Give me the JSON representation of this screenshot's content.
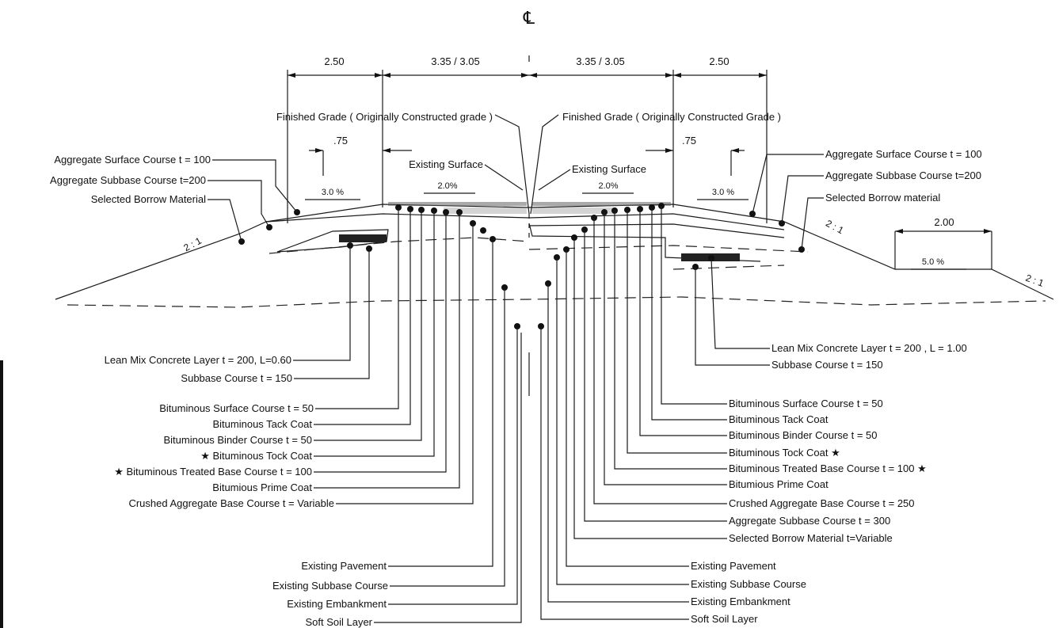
{
  "centerline_symbol": "℄",
  "dimensions": {
    "left_shoulder": "2.50",
    "left_lane": "3.35 / 3.05",
    "right_lane": "3.35 / 3.05",
    "right_shoulder": "2.50",
    "left_offset": ".75",
    "right_offset": ".75",
    "right_berm": "2.00"
  },
  "slopes": {
    "left_shoulder": "3.0 %",
    "left_lane": "2.0%",
    "right_lane": "2.0%",
    "right_shoulder": "3.0 %",
    "berm": "5.0 %",
    "left_side": "2 : 1",
    "right_side": "2 : 1",
    "far_right": "2 : 1"
  },
  "top_labels": {
    "finished_grade_left": "Finished Grade ( Originally Constructed grade )",
    "finished_grade_right": "Finished Grade ( Originally Constructed Grade )",
    "existing_surface_left": "Existing Surface",
    "existing_surface_right": "Existing Surface"
  },
  "left_labels": {
    "agg_surface": "Aggregate Surface Course t = 100",
    "agg_subbase": "Aggregate Subbase Course t=200",
    "selected_borrow": "Selected Borrow Material",
    "lean_mix": "Lean Mix Concrete Layer t = 200, L=0.60",
    "subbase": "Subbase Course t = 150",
    "bit_surface": "Bituminous Surface Course t = 50",
    "bit_tack": "Bituminous Tack Coat",
    "bit_binder": "Bituminous Binder Course t = 50",
    "bit_tack2": "★ Bituminous Tock Coat",
    "bit_treated": "★ Bituminous Treated Base Course t = 100",
    "prime": "Bitumious Prime Coat",
    "crushed": "Crushed Aggregate Base Course  t = Variable",
    "ex_pavement": "Existing Pavement",
    "ex_subbase": "Existing Subbase Course",
    "ex_embankment": "Existing Embankment",
    "soft_soil": "Soft Soil Layer"
  },
  "right_labels": {
    "agg_surface": "Aggregate Surface Course t = 100",
    "agg_subbase": "Aggregate Subbase Course t=200",
    "selected_borrow": "Selected Borrow material",
    "lean_mix": "Lean Mix Concrete Layer t = 200 , L = 1.00",
    "subbase": "Subbase Course t = 150",
    "bit_surface": "Bituminous Surface Course t = 50",
    "bit_tack": "Bituminous Tack Coat",
    "bit_binder": "Bituminous Binder Course t = 50",
    "bit_tack2": "Bituminous Tock Coat ★",
    "bit_treated": "Bituminous Treated Base Course t = 100  ★",
    "prime": "Bitumious Prime Coat",
    "crushed": "Crushed Aggregate Base Course t = 250",
    "agg_subbase_300": "Aggregate Subbase Course t = 300",
    "selected_borrow_var": "Selected Borrow Material t=Variable",
    "ex_pavement": "Existing Pavement",
    "ex_subbase": "Existing Subbase Course",
    "ex_embankment": "Existing Embankment",
    "soft_soil": "Soft Soil Layer"
  }
}
